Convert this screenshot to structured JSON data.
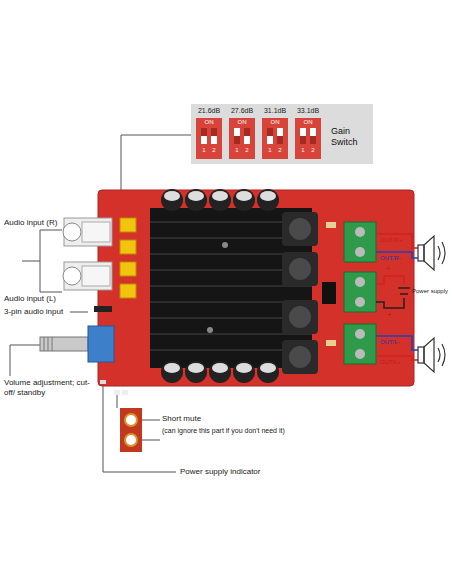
{
  "diagram": {
    "nodes": [
      {
        "text": [
          "Gain Switch"
        ]
      },
      {
        "text": [
          "21.6dB",
          "ON",
          "1",
          "2"
        ],
        "in": 0
      },
      {
        "text": [
          "27.6dB",
          "ON",
          "1",
          "2"
        ],
        "in": 0
      },
      {
        "text": [
          "31.1dB",
          "ON",
          "1",
          "2"
        ],
        "in": 0
      },
      {
        "text": [
          "33.1dB",
          "ON",
          "1",
          "2"
        ],
        "in": 0
      }
    ],
    "labels": [
      "Audio input (R)",
      "Audio input (L)",
      "3-pin audio input",
      "Volume adjustment; cut-off/ standby",
      "Short mute",
      "(can ignore this part if you don't need it)",
      "Power supply indicator",
      "OUT/R+",
      "OUT/R-",
      "+",
      "Power supply",
      "-",
      "OUT/L-",
      "OUT/L+"
    ]
  }
}
